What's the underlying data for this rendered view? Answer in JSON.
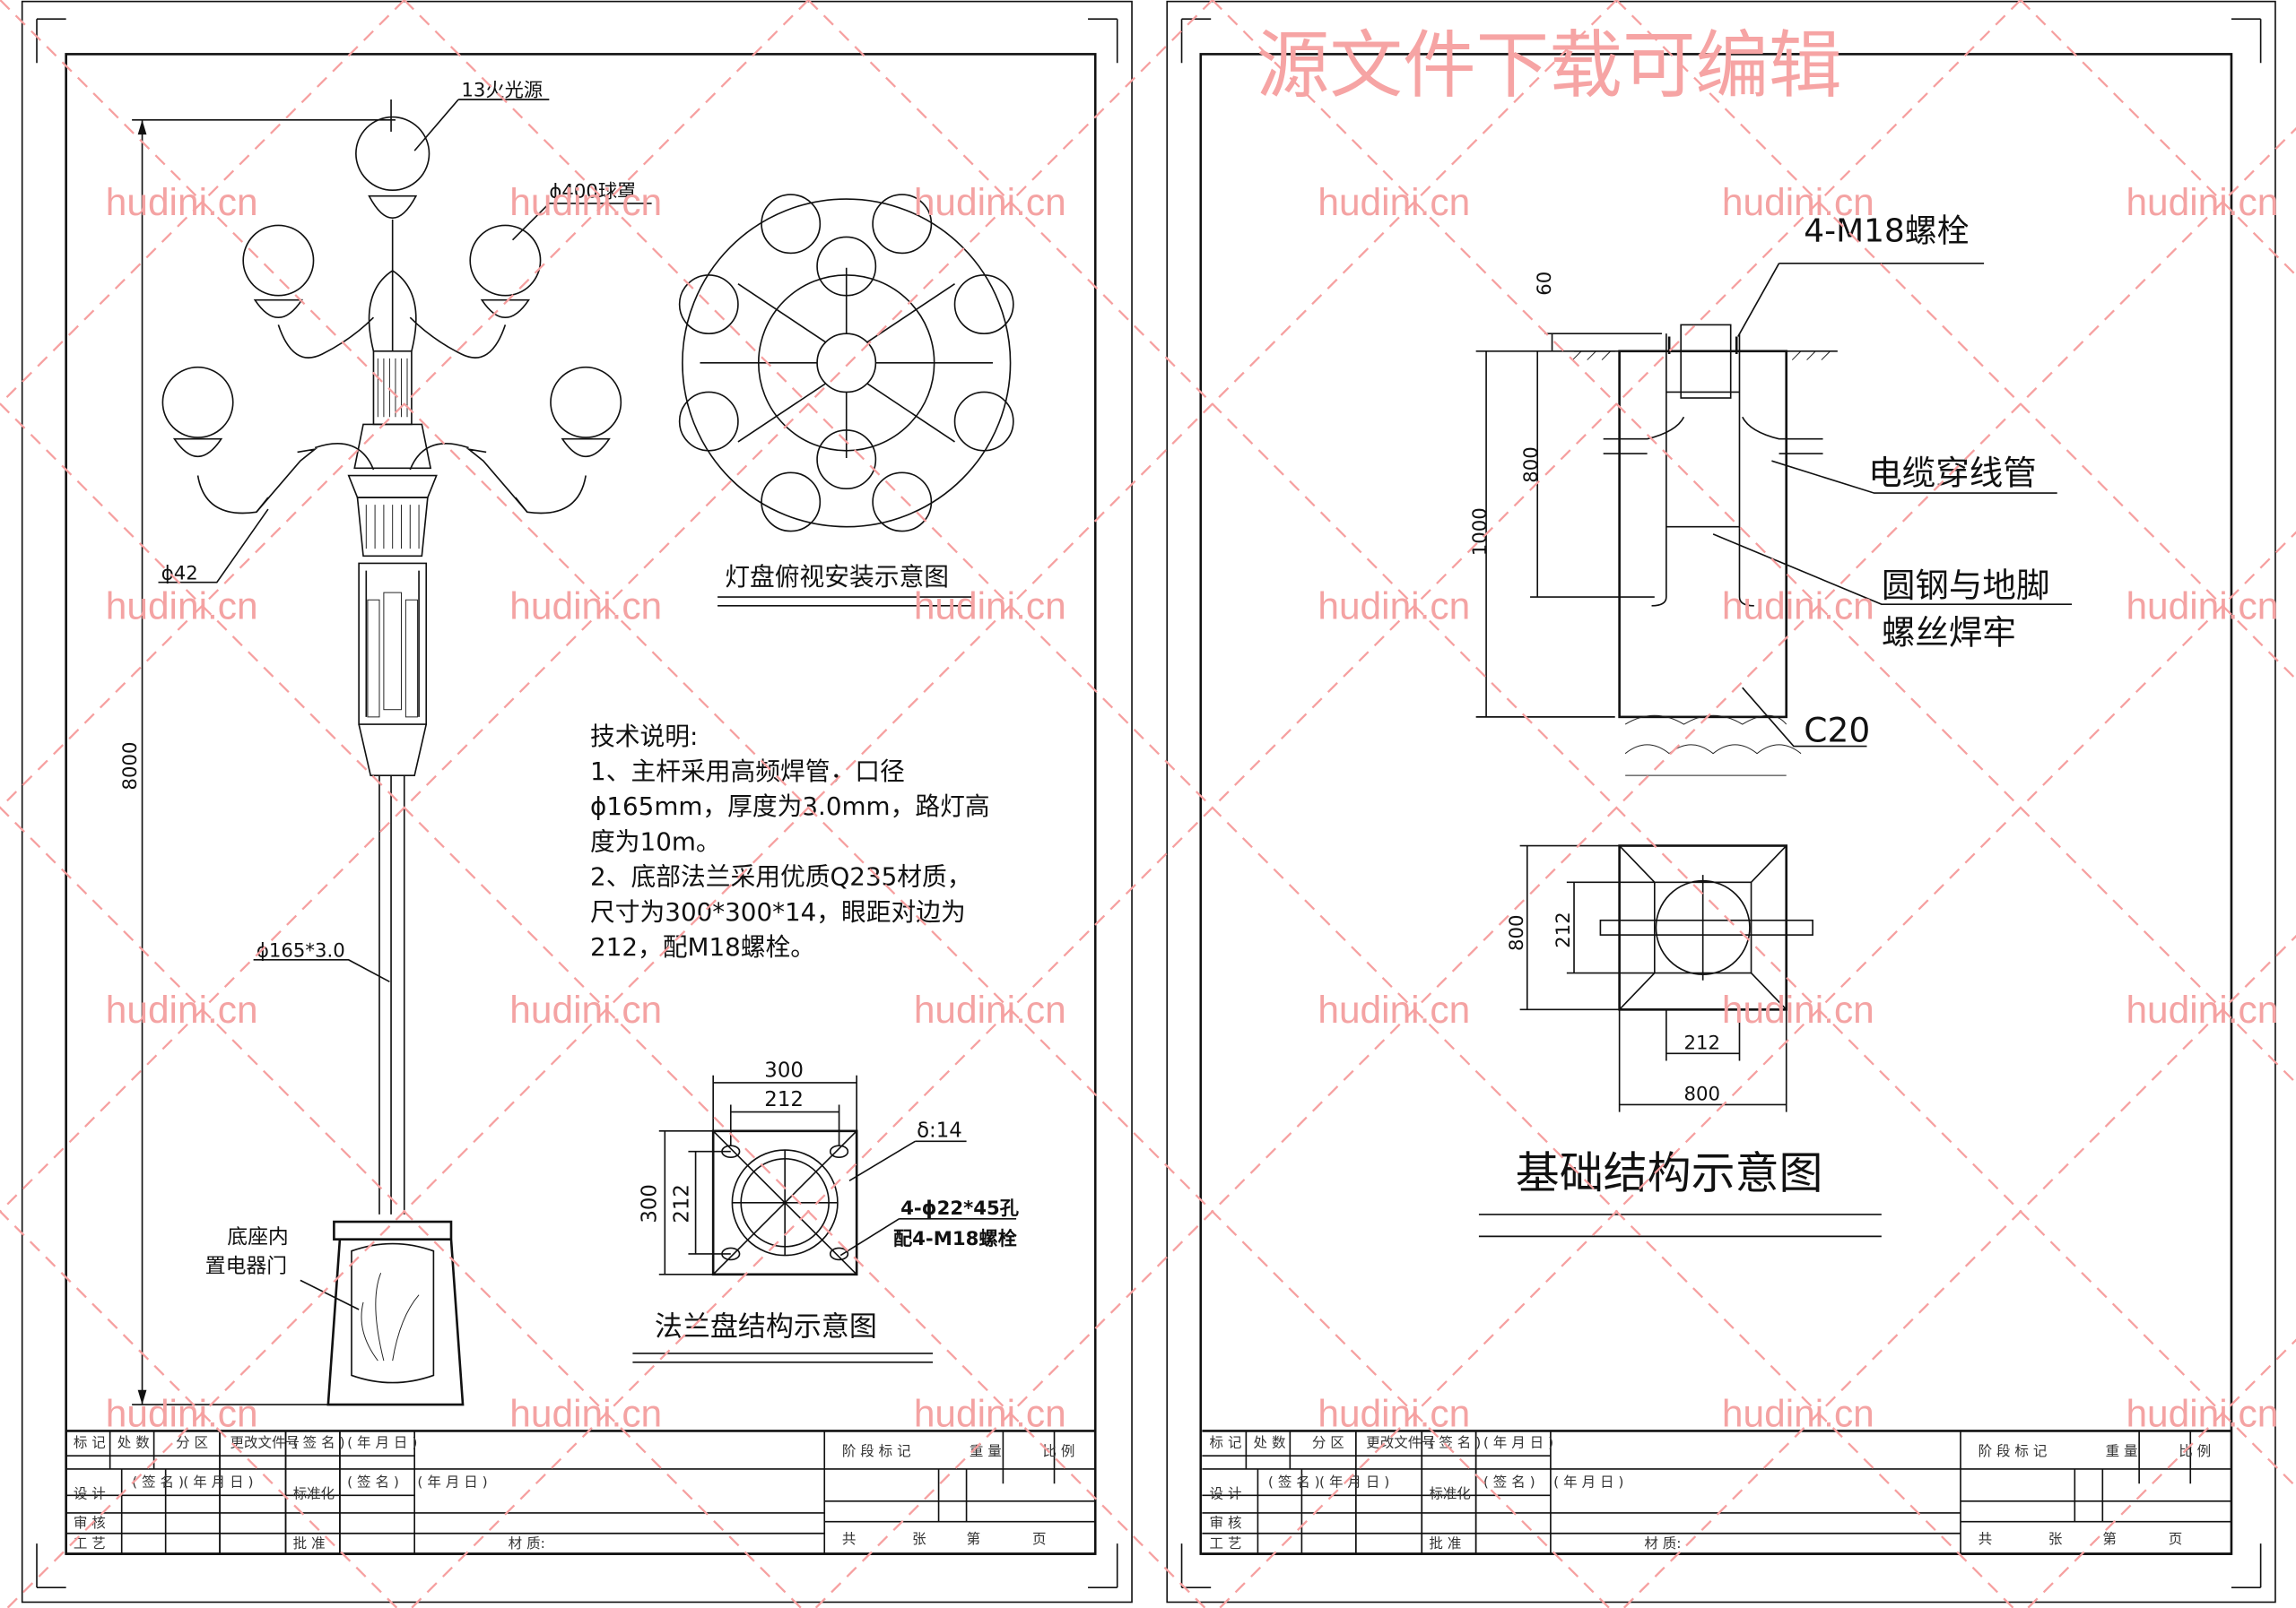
{
  "watermark": {
    "site": "hudini.cn",
    "banner": "源文件下载可编辑",
    "color": "#f4a3a3"
  },
  "left_sheet": {
    "labels": {
      "light_source": "13火光源",
      "globe": "ϕ400球罩",
      "arm_pipe": "ϕ42",
      "pole_height": "8000",
      "pole_pipe": "ϕ165*3.0",
      "base_door_1": "底座内",
      "base_door_2": "置电器门"
    },
    "top_view_title": "灯盘俯视安装示意图",
    "tech_notes": {
      "heading": "技术说明:",
      "lines": [
        "1、主杆采用高频焊管，口径",
        "ϕ165mm，厚度为3.0mm，路灯高",
        "度为10m。",
        "2、底部法兰采用优质Q235材质，",
        "尺寸为300*300*14，眼距对边为",
        "212，配M18螺栓。"
      ]
    },
    "flange": {
      "title": "法兰盘结构示意图",
      "dim_outer": "300",
      "dim_inner": "212",
      "dim_side_outer": "300",
      "dim_side_inner": "212",
      "thickness": "δ:14",
      "holes": "4-ϕ22*45孔",
      "bolts": "配4-M18螺栓"
    }
  },
  "right_sheet": {
    "bolts_label": "4-M18螺栓",
    "cable_label": "电缆穿线管",
    "weld_label_1": "圆钢与地脚",
    "weld_label_2": "螺丝焊牢",
    "concrete_label": "C20",
    "dims": {
      "top": "60",
      "embed": "800",
      "depth": "1000",
      "plan_side": "800",
      "plan_inner_v": "212",
      "plan_inner_h": "212",
      "plan_width": "800"
    },
    "title": "基础结构示意图"
  },
  "title_block": {
    "row1": [
      "标 记",
      "处 数",
      "分 区",
      "更改文件号",
      "( 签 名 )",
      "( 年 月 日 )"
    ],
    "design": "设 计",
    "sign": "( 签 名 )",
    "date": "( 年 月 日 )",
    "standard": "标准化",
    "review": "审 核",
    "process": "工 艺",
    "approve": "批 准",
    "material": "材 质:",
    "stage": "阶 段 标 记",
    "weight": "重 量",
    "scale": "比 例",
    "sheets": [
      "共",
      "张",
      "第",
      "页"
    ]
  }
}
